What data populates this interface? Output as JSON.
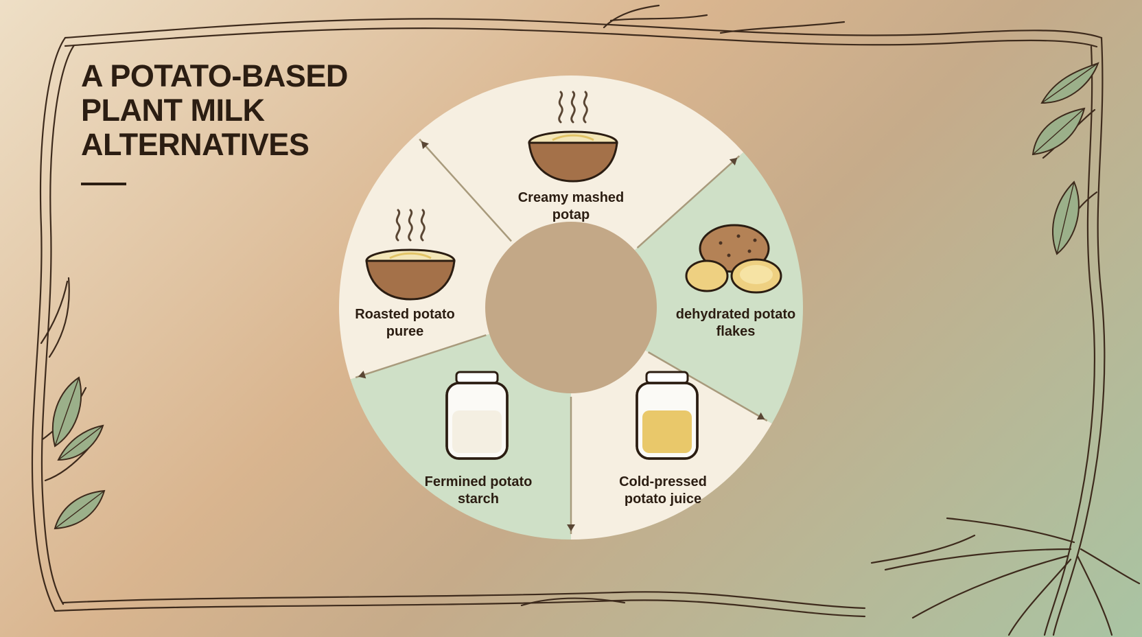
{
  "title": {
    "lines": [
      "A POTATO-BASED",
      "PLANT MILK",
      "ALTERNATIVES"
    ]
  },
  "segments": [
    {
      "label_lines": [
        "Creamy mashed",
        "potap"
      ],
      "icon": "bowl-steam-icon",
      "fill": "#f6efe1"
    },
    {
      "label_lines": [
        "dehydrated potato",
        "flakes"
      ],
      "icon": "potato-slices-icon",
      "fill": "#cfe0c7"
    },
    {
      "label_lines": [
        "Cold-pressed",
        "potato juice"
      ],
      "icon": "jar-yellow-icon",
      "fill": "#f6efe1"
    },
    {
      "label_lines": [
        "Fermined potato",
        "starch"
      ],
      "icon": "jar-white-icon",
      "fill": "#cfe0c7"
    },
    {
      "label_lines": [
        "Roasted potato",
        "puree"
      ],
      "icon": "bowl-steam-icon",
      "fill": "#f6efe1"
    }
  ],
  "colors": {
    "ink": "#2b1d12",
    "bowl": "#a47149",
    "center": "#c3a887",
    "divider": "#a89a7c",
    "leaf": "#9bb08a",
    "branch": "#3d2a1c"
  }
}
